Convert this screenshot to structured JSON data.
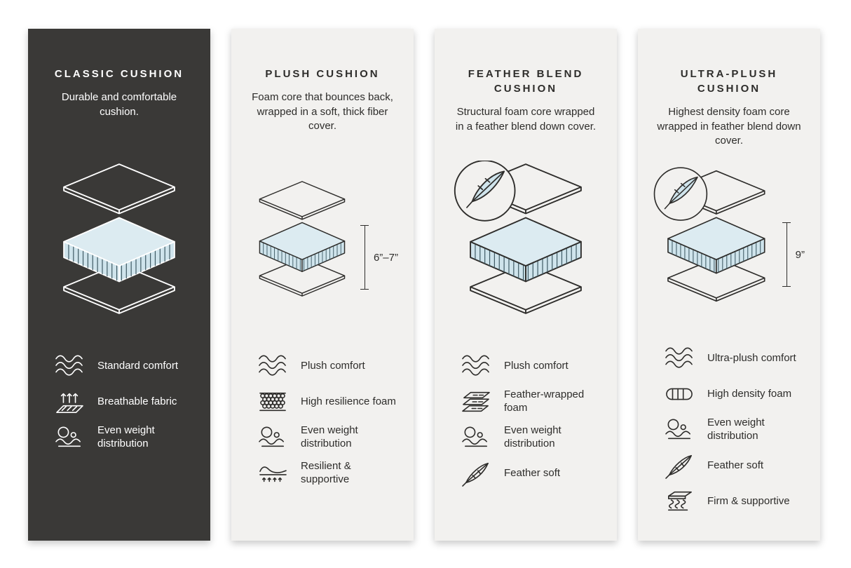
{
  "cards": [
    {
      "theme": "dark",
      "title": "CLASSIC CUSHION",
      "description": "Durable and comfortable cushion.",
      "diagram": {
        "feather_badge": false,
        "height_label": ""
      },
      "features": [
        {
          "icon": "wave-icon",
          "label": "Standard comfort"
        },
        {
          "icon": "breathable-icon",
          "label": "Breathable fabric"
        },
        {
          "icon": "weight-icon",
          "label": "Even weight distribution"
        }
      ]
    },
    {
      "theme": "light",
      "title": "PLUSH CUSHION",
      "description": "Foam core that bounces back, wrapped in a soft, thick fiber cover.",
      "diagram": {
        "feather_badge": false,
        "height_label": "6”–7”"
      },
      "features": [
        {
          "icon": "wave-icon",
          "label": "Plush comfort"
        },
        {
          "icon": "foam-icon",
          "label": "High resilience foam"
        },
        {
          "icon": "weight-icon",
          "label": "Even weight distribution"
        },
        {
          "icon": "resilient-icon",
          "label": "Resilient & supportive"
        }
      ]
    },
    {
      "theme": "light",
      "title": "FEATHER BLEND CUSHION",
      "description": "Structural foam core wrapped in a feather blend down cover.",
      "diagram": {
        "feather_badge": true,
        "height_label": ""
      },
      "features": [
        {
          "icon": "wave-icon",
          "label": "Plush comfort"
        },
        {
          "icon": "feather-wrap-icon",
          "label": "Feather-wrapped foam"
        },
        {
          "icon": "weight-icon",
          "label": "Even weight distribution"
        },
        {
          "icon": "feather-icon",
          "label": "Feather soft"
        }
      ]
    },
    {
      "theme": "light",
      "title": "ULTRA-PLUSH CUSHION",
      "description": "Highest density foam core wrapped in feather blend down cover.",
      "diagram": {
        "feather_badge": true,
        "height_label": "9”"
      },
      "features": [
        {
          "icon": "wave-icon",
          "label": "Ultra-plush comfort"
        },
        {
          "icon": "density-icon",
          "label": "High density foam"
        },
        {
          "icon": "weight-icon",
          "label": "Even weight distribution"
        },
        {
          "icon": "feather-icon",
          "label": "Feather soft"
        },
        {
          "icon": "firm-icon",
          "label": "Firm & supportive"
        }
      ]
    }
  ],
  "colors": {
    "dark_card": "#3a3937",
    "light_card": "#f2f1ef",
    "slab_fill": "#cfe4ec",
    "slab_top": "#dcebf1",
    "hatch": "#3f5a64",
    "text_dark": "#2e2d2b"
  }
}
